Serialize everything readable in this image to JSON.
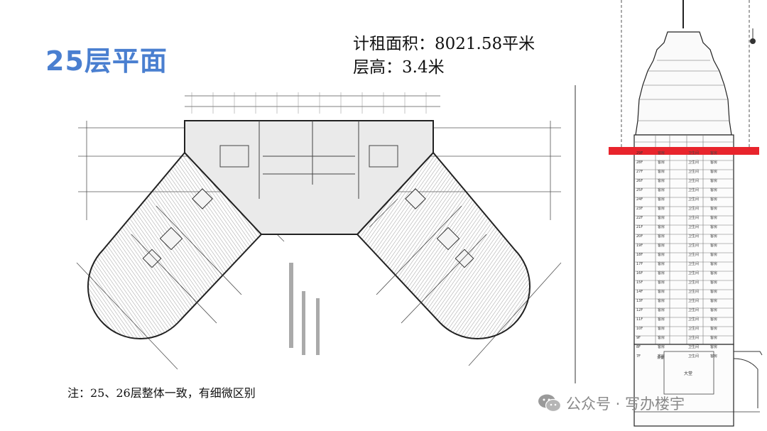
{
  "slide": {
    "title": "25层平面",
    "leasable_area": "计租面积：8021.58平米",
    "floor_height": "层高：3.4米",
    "note": "注：25、26层整体一致，有细微区别"
  },
  "watermark": {
    "text": "公众号 · 写办楼宇",
    "icon": "wechat-icon"
  },
  "colors": {
    "title": "#4a7fd0",
    "highlight": "#e8242c",
    "drawing": "#333333"
  },
  "section_labels": {
    "floors": [
      "29F",
      "28F",
      "27F",
      "26F",
      "25F",
      "24F",
      "23F",
      "22F",
      "21F",
      "20F",
      "19F",
      "18F",
      "17F",
      "16F",
      "15F",
      "14F",
      "13F",
      "12F",
      "11F",
      "10F",
      "9F",
      "8F",
      "7F"
    ],
    "room_office": "客房",
    "room_toilet": "卫生间",
    "room_lobby": "大堂",
    "room_equipment": "设备"
  }
}
